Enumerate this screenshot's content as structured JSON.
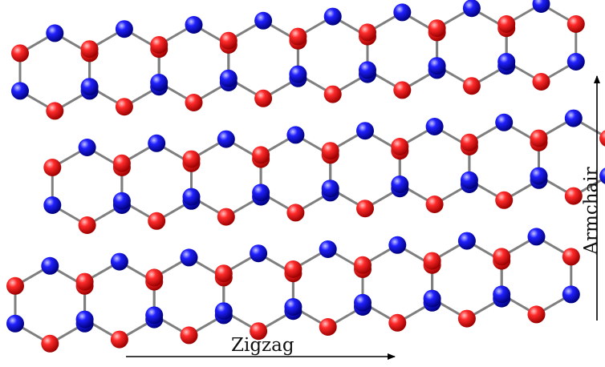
{
  "labels": {
    "zigzag": "Zigzag",
    "armchair": "Armchair"
  },
  "colors": {
    "atom_a": "#e00000",
    "atom_b": "#1010d0",
    "bond": "#7f7f7f",
    "arrow": "#000000"
  },
  "lattice": {
    "type": "honeycomb",
    "orientation": "zigzag-horizontal",
    "hexagon_columns": 8,
    "hexagon_rows": 3,
    "sublattices": [
      "A",
      "B"
    ]
  }
}
